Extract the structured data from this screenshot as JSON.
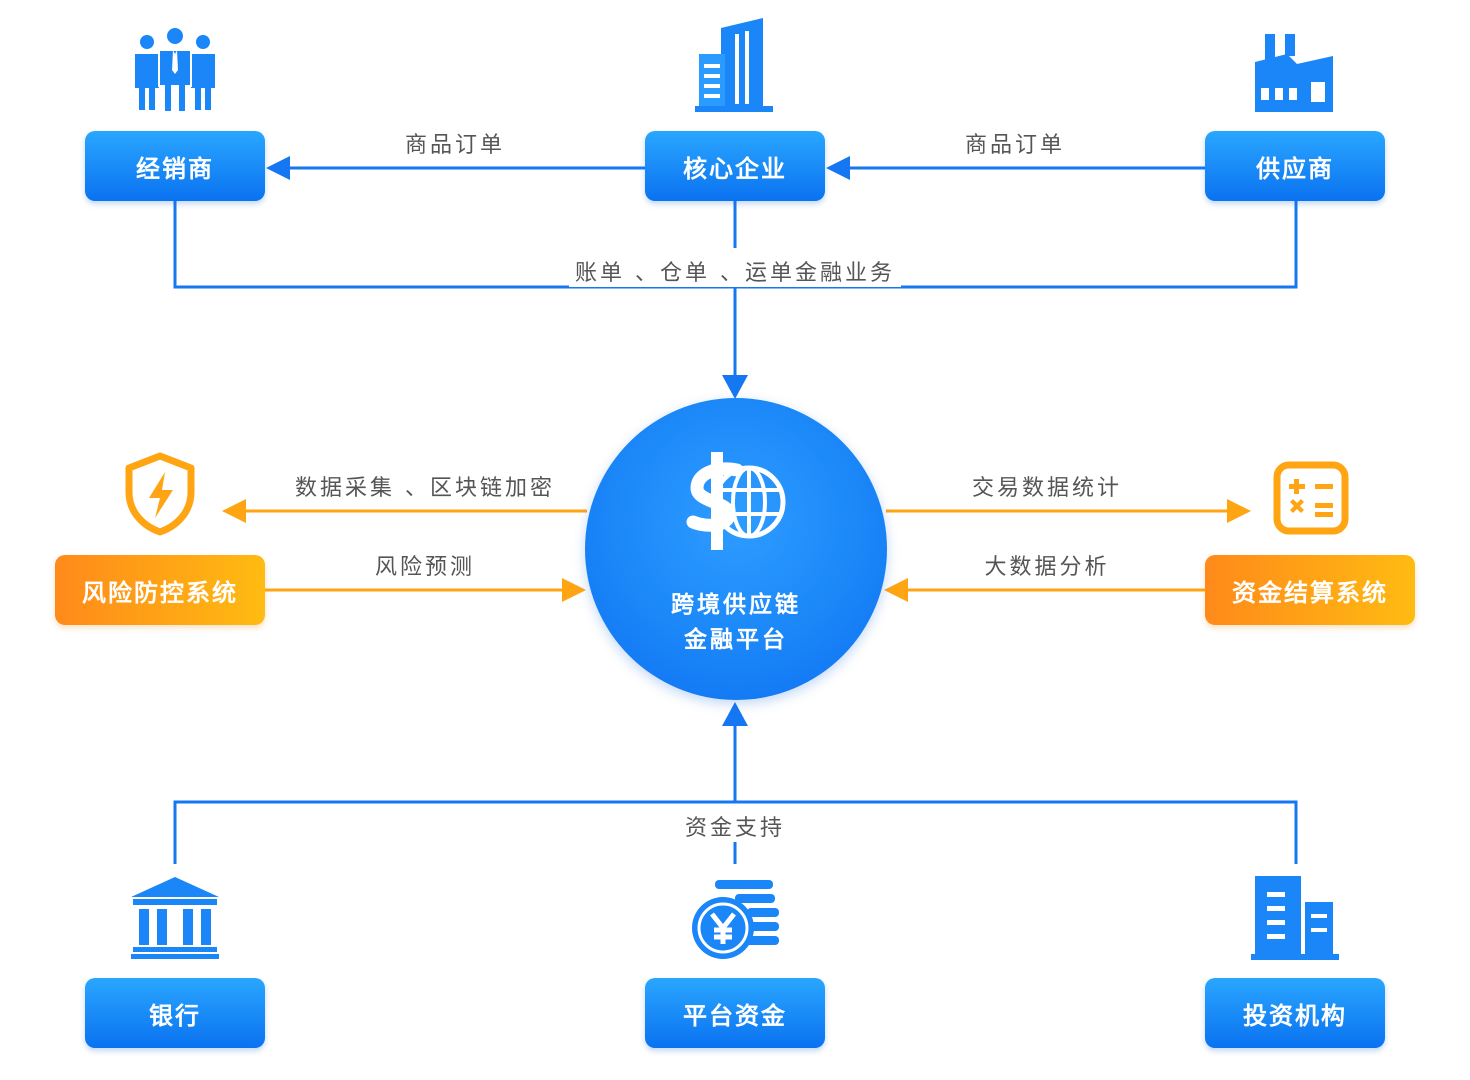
{
  "nodes": {
    "distributor": "经销商",
    "core_enterprise": "核心企业",
    "supplier": "供应商",
    "risk_system": "风险防控系统",
    "settlement_system": "资金结算系统",
    "bank": "银行",
    "platform_funds": "平台资金",
    "investor": "投资机构"
  },
  "hub": {
    "line1": "跨境供应链",
    "line2": "金融平台"
  },
  "edges": {
    "core_to_distributor": "商品订单",
    "supplier_to_core": "商品订单",
    "documents_finance": "账单 、仓单 、运单金融业务",
    "data_collection": "数据采集 、区块链加密",
    "risk_forecast": "风险预测",
    "transaction_stats": "交易数据统计",
    "big_data_analysis": "大数据分析",
    "funding_support": "资金支持"
  },
  "colors": {
    "primary_blue": "#1a86f8",
    "line_blue": "#1677f2",
    "accent_orange": "#ffa514"
  },
  "icons": [
    "people-icon",
    "building-icon",
    "factory-icon",
    "shield-lightning-icon",
    "dollar-globe-icon",
    "calculator-icon",
    "bank-icon",
    "yen-coins-icon",
    "office-building-icon"
  ]
}
